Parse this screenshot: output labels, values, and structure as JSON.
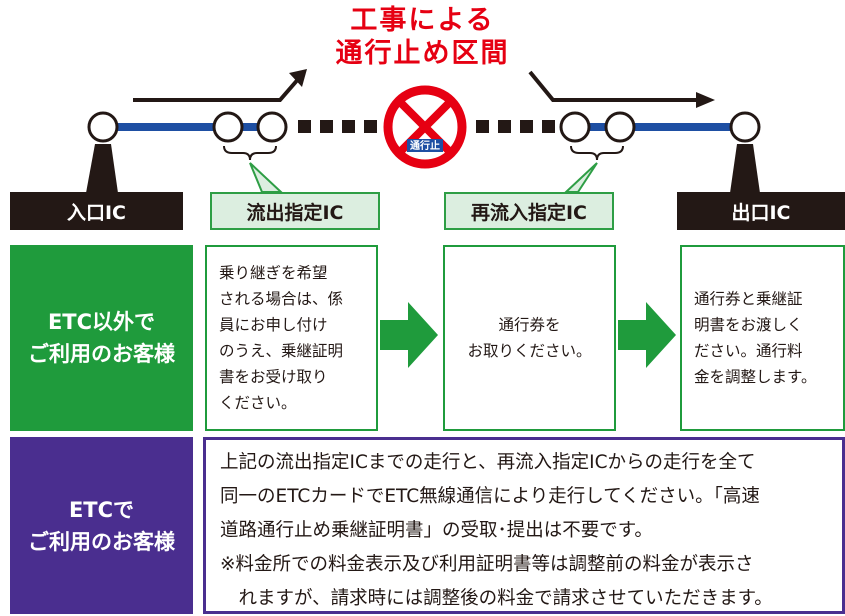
{
  "title": {
    "line1": "工事による",
    "line2": "通行止め区間"
  },
  "sign": {
    "text": "通行止"
  },
  "labels": {
    "entrance": "入口IC",
    "exit_designated": "流出指定IC",
    "reentry_designated": "再流入指定IC",
    "exit": "出口IC"
  },
  "non_etc": {
    "heading_line1": "ETC以外で",
    "heading_line2": "ご利用のお客様",
    "step1": [
      "乗り継ぎを希望",
      "される場合は、係",
      "員にお申し付け",
      "のうえ、乗継証明",
      "書をお受け取り",
      "ください。"
    ],
    "step2": [
      "通行券を",
      "お取りください。"
    ],
    "step3": [
      "通行券と乗継証",
      "明書をお渡しく",
      "ださい。通行料",
      "金を調整します。"
    ]
  },
  "etc": {
    "heading_line1": "ETCで",
    "heading_line2": "ご利用のお客様",
    "lines": [
      "上記の流出指定ICまでの走行と、再流入指定ICからの走行を全て",
      "同一のETCカードでETC無線通信により走行してください。「高速",
      "道路通行止め乗継証明書」の受取･提出は不要です。",
      "※料金所での料金表示及び利用証明書等は調整前の料金が表示さ",
      "　れますが、請求時には調整後の料金で請求させていただきます。"
    ]
  },
  "colors": {
    "title_red": "#e60012",
    "route_blue": "#1e4fa3",
    "green_head": "#1f9b3c",
    "purple_head": "#4a2e8f",
    "dark_label": "#231815",
    "light_label": "#dceee0"
  }
}
